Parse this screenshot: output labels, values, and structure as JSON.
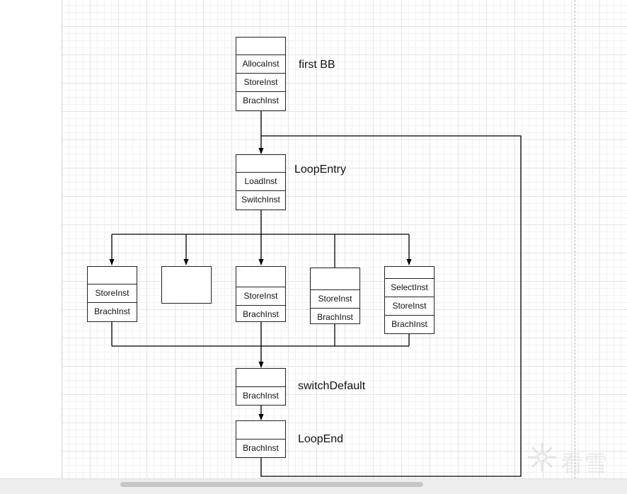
{
  "blocks": {
    "first_bb": {
      "label": "first BB",
      "rows": [
        "AllocaInst",
        "StoreInst",
        "BrachInst"
      ]
    },
    "loop_entry": {
      "label": "LoopEntry",
      "rows": [
        "LoadInst",
        "SwitchInst"
      ]
    },
    "case_1": {
      "rows": [
        "StoreInst",
        "BrachInst"
      ]
    },
    "case_2": {
      "rows": []
    },
    "case_3": {
      "rows": [
        "StoreInst",
        "BrachInst"
      ]
    },
    "case_4": {
      "rows": [
        "StoreInst",
        "BrachInst"
      ]
    },
    "case_5": {
      "rows": [
        "SelectInst",
        "StoreInst",
        "BrachInst"
      ]
    },
    "switch_default": {
      "label": "switchDefault",
      "rows": [
        "BrachInst"
      ]
    },
    "loop_end": {
      "label": "LoopEnd",
      "rows": [
        "BrachInst"
      ]
    }
  },
  "watermark": {
    "text": "看雪"
  },
  "colors": {
    "line": "#000000",
    "grid": "#e4e4e4",
    "block_border": "#222222"
  }
}
